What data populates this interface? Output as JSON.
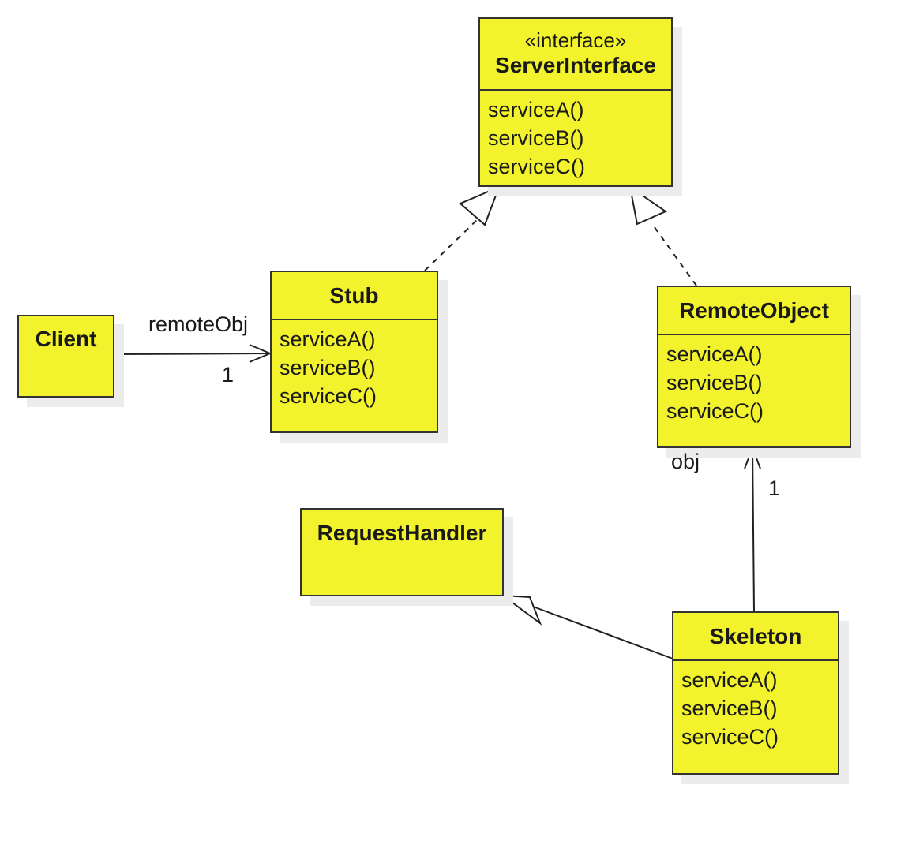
{
  "classes": {
    "server_interface": {
      "stereotype": "«interface»",
      "name": "ServerInterface",
      "operations": [
        "serviceA()",
        "serviceB()",
        "serviceC()"
      ]
    },
    "stub": {
      "name": "Stub",
      "operations": [
        "serviceA()",
        "serviceB()",
        "serviceC()"
      ]
    },
    "client": {
      "name": "Client"
    },
    "remote_object": {
      "name": "RemoteObject",
      "operations": [
        "serviceA()",
        "serviceB()",
        "serviceC()"
      ]
    },
    "request_handler": {
      "name": "RequestHandler"
    },
    "skeleton": {
      "name": "Skeleton",
      "operations": [
        "serviceA()",
        "serviceB()",
        "serviceC()"
      ]
    }
  },
  "associations": {
    "client_stub": {
      "role": "remoteObj",
      "multiplicity": "1"
    },
    "skeleton_remote": {
      "role": "obj",
      "multiplicity": "1"
    }
  }
}
